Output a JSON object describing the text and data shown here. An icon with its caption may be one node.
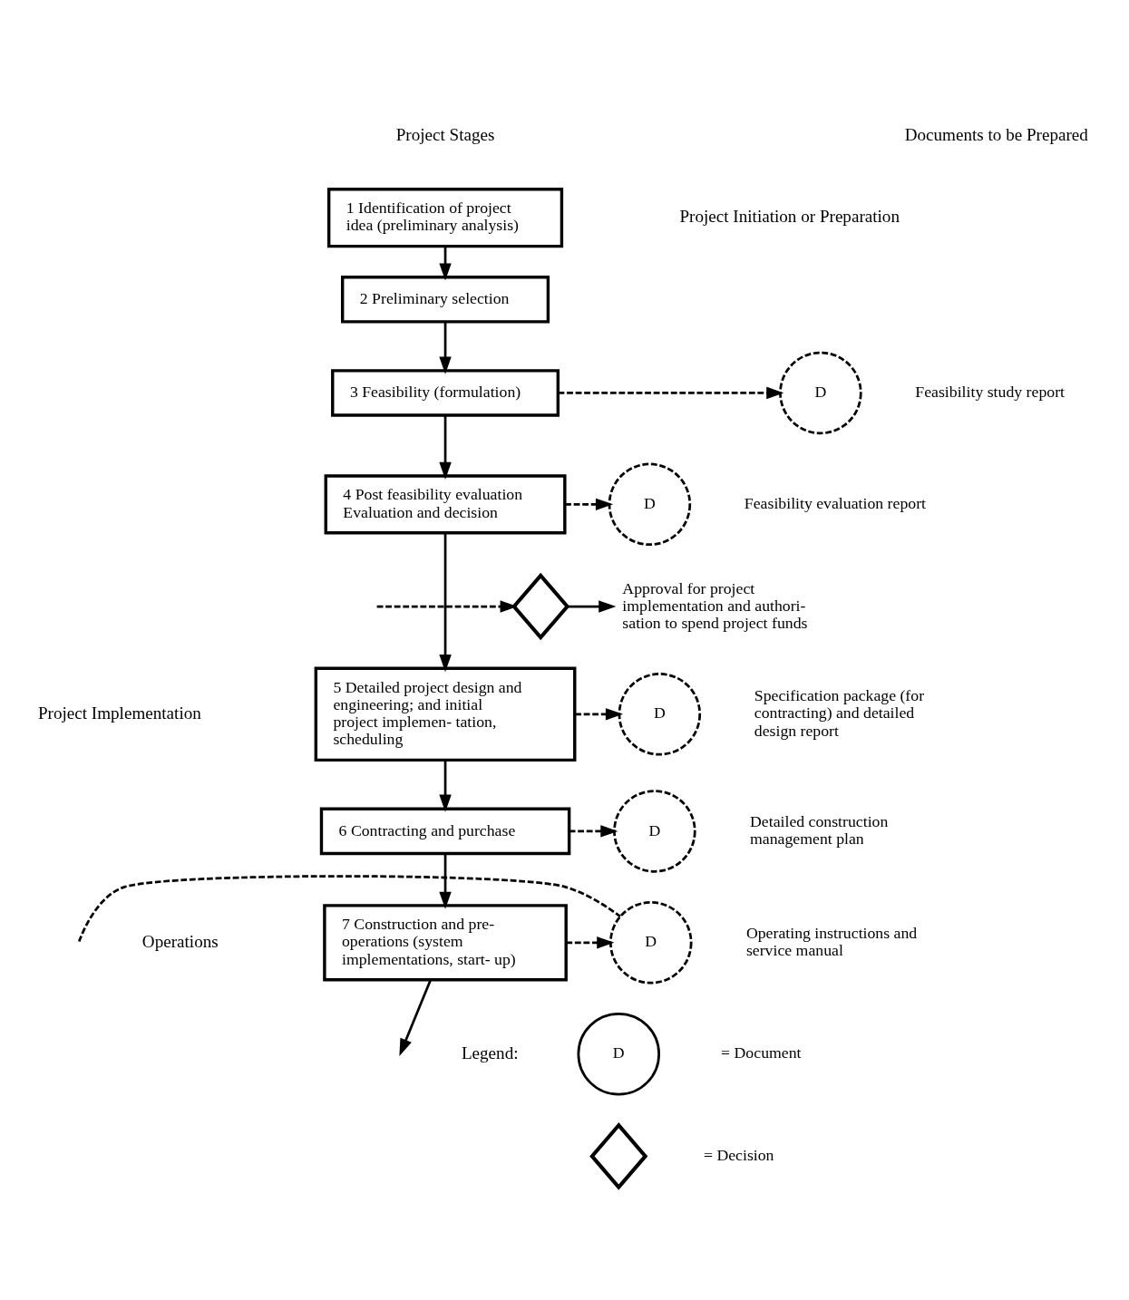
{
  "diagram": {
    "nodes": [
      {
        "text": [
          "1 Identification of project idea (preliminary analysis)"
        ]
      },
      {
        "text": [
          "2 Preliminary selection"
        ]
      },
      {
        "text": [
          "3 Feasibility (formulation)"
        ]
      },
      {
        "text": [
          "4 Post feasibility evaluation Evaluation and decision"
        ]
      },
      {
        "text": [
          "D"
        ],
        "beside": [
          "Feasibility study report"
        ]
      },
      {
        "text": [
          "D"
        ],
        "beside": [
          "Feasibility evaluation report"
        ]
      },
      {
        "text": [],
        "shape": "diamond"
      },
      {
        "text": [
          "Approval for project implementation and authori- sation to spend project funds"
        ]
      },
      {
        "text": [
          "5 Detailed project design and engineering; and initial project implemen- tation, scheduling"
        ]
      },
      {
        "text": [
          "D"
        ],
        "beside": [
          "Specification package (for contracting) and detailed design report"
        ]
      },
      {
        "text": [
          "6 Contracting and purchase"
        ]
      },
      {
        "text": [
          "D"
        ],
        "beside": [
          "Detailed construction management plan"
        ]
      },
      {
        "text": [
          "7 Construction and pre- operations (system implementations, start- up)"
        ]
      },
      {
        "text": [
          "D"
        ],
        "beside": [
          "Operating instructions and service manual"
        ]
      },
      {
        "text": [
          "D"
        ]
      },
      {
        "text": [],
        "shape": "diamond"
      }
    ],
    "edges": [
      {
        "from": 0,
        "to": 1,
        "arrow": "to"
      },
      {
        "from": 1,
        "to": 2,
        "arrow": "to"
      },
      {
        "from": 2,
        "to": 3,
        "arrow": "to"
      },
      {
        "from": 2,
        "to": 4,
        "arrow": "to",
        "style": "dashed"
      },
      {
        "from": 3,
        "to": 5,
        "arrow": "to",
        "style": "dashed"
      },
      {
        "from": 3,
        "to": 8,
        "arrow": "to"
      },
      {
        "from": null,
        "to": 6,
        "arrow": "to",
        "style": "dashed"
      },
      {
        "from": 6,
        "to": 7,
        "arrow": "to"
      },
      {
        "from": 8,
        "to": 10,
        "arrow": "to"
      },
      {
        "from": 8,
        "to": 9,
        "arrow": "to",
        "style": "dashed"
      },
      {
        "from": 10,
        "to": 12,
        "arrow": "to"
      },
      {
        "from": 10,
        "to": 11,
        "arrow": "to",
        "style": "dashed"
      },
      {
        "from": 12,
        "to": 13,
        "arrow": "to",
        "style": "dashed"
      },
      {
        "from": null,
        "to": 13,
        "arrow": "none",
        "style": "dashed"
      },
      {
        "from": 12,
        "to": null,
        "arrow": "to"
      }
    ],
    "labels": [
      "Project Stages",
      "Documents to be Prepared",
      "Project Initiation or Preparation",
      "Project Implementation",
      "Operations",
      "Legend:"
    ],
    "legend": [
      {
        "text": "= Document"
      },
      {
        "text": "= Decision"
      }
    ]
  }
}
